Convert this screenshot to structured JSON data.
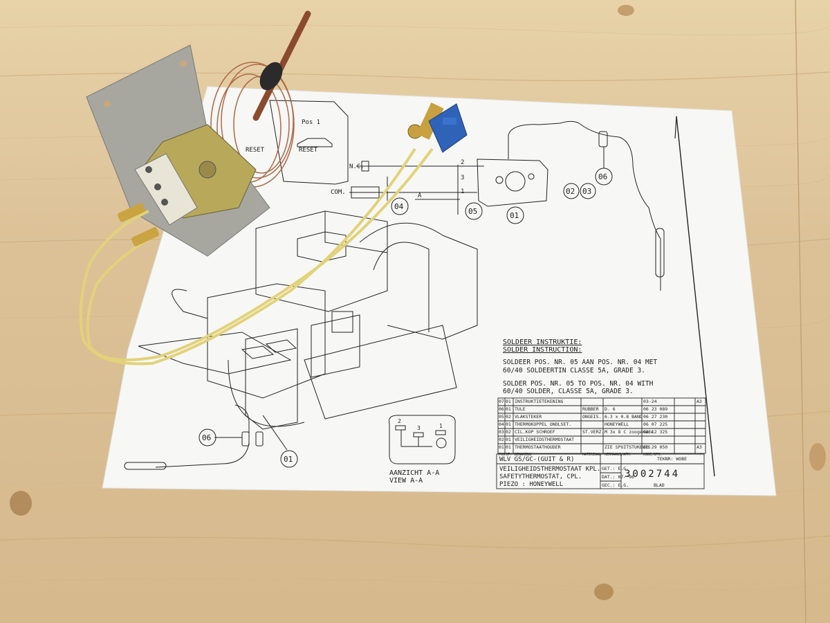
{
  "colors": {
    "wood": "#dcc197",
    "paper": "#f7f7f5",
    "ink": "#1c1c1c",
    "wire": "#e2d27a",
    "connector": "#2f63b8",
    "copper": "#a8613e"
  },
  "icons": {
    "thermostat": "thermostat-icon",
    "connector": "connector-icon"
  },
  "drawing": {
    "top_box": {
      "pos": "Pos 1",
      "reset_left": "RESET",
      "reset_right": "RESET"
    },
    "labels": {
      "nc": "N.C.",
      "com": "COM.",
      "dim_a": "A",
      "pin_2": "2",
      "pin_3": "3",
      "pin_1": "1"
    },
    "callouts": [
      "04",
      "05",
      "01",
      "02",
      "03",
      "06",
      "06",
      "01"
    ],
    "view_box_pins": {
      "p2": "2",
      "p3": "3",
      "p1": "1"
    },
    "view_caption": {
      "nl": "AANZICHT   A-A",
      "en": "VIEW   A-A"
    },
    "instructions": {
      "heading_nl": "SOLDEER INSTRUKTIE:",
      "heading_en": "SOLDER INSTRUCTION:",
      "line1_nl": "SOLDEER POS. NR. 05 AAN POS. NR. 04 MET",
      "line2_nl": "60/40 SOLDEERTIN CLASSE 5A, GRADE 3.",
      "line1_en": "SOLDER POS. NR. 05 TO POS. NR. 04 WITH",
      "line2_en": "60/40 SOLDER, CLASSE 5A, GRADE 3."
    },
    "parts_table": {
      "rows": [
        [
          "07",
          "01",
          "INSTRUKTIETEKENING",
          "",
          "",
          "03-24",
          "A3"
        ],
        [
          "06",
          "01",
          "TULE",
          "RUBBER",
          "D. 6",
          "06 23 089",
          ""
        ],
        [
          "05",
          "02",
          "VLAKSTEKER",
          "ONGEIS.",
          "6.3 x 0.8 BAND",
          "06 27 230",
          ""
        ],
        [
          "04",
          "01",
          "THERMOKOPPEL ONDLSET.",
          "",
          "HONEYWELL",
          "06 07 225",
          ""
        ],
        [
          "03",
          "02",
          "CIL.KOP SCHROEF",
          "ST.VERZ.",
          "M 3x 8 C zoogenade",
          "08 12 325",
          ""
        ],
        [
          "02",
          "01",
          "VEILIGHEIDSTHERMOSTAAT",
          "",
          "",
          "",
          ""
        ],
        [
          "01",
          "01",
          "THERMOSTAATHOUDER",
          "",
          "ZIE SPUITSTUKBUIS",
          "06 29 050",
          "A3"
        ]
      ],
      "header": [
        "POS",
        "ST.",
        "BENAMING",
        "MATERIAAL",
        "HERMAANS/AFM.",
        "KODE/OPM.",
        ""
      ]
    },
    "title_block": {
      "model": "WLV GS/GC-(GUIT & R)",
      "title_nl": "VEILIGHEIDSTHERMOSTAAT KPL.",
      "title_en": "SAFETYTHERMOSTAT, CPL.",
      "piezo": "PIEZO  :  HONEYWELL",
      "drawing_number": "3002744",
      "field_tek": "TEKNR: WOBE",
      "field_get": "GET.: E.G.",
      "field_dat": "DAT.: 07-'96",
      "field_gec": "GEC.: E.G.",
      "field_blad": "BLAD"
    }
  }
}
